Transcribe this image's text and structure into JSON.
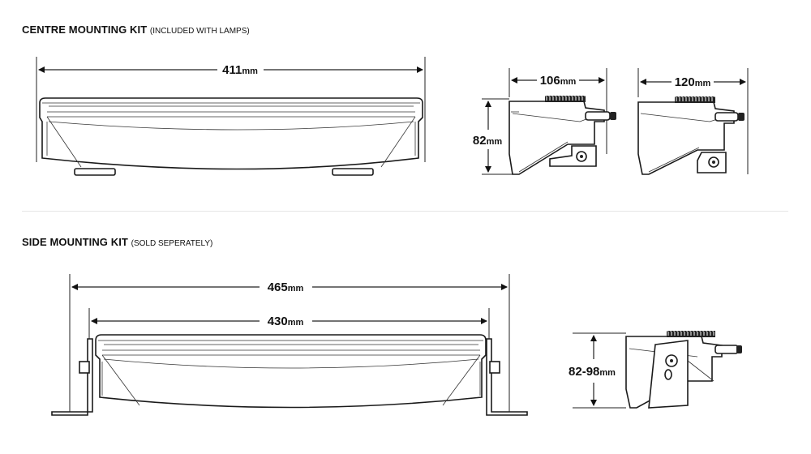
{
  "sections": {
    "centre": {
      "title": "CENTRE MOUNTING KIT",
      "note": "(INCLUDED WITH LAMPS)",
      "dims": {
        "width": {
          "value": "411",
          "unit": "mm"
        },
        "depth_a": {
          "value": "106",
          "unit": "mm"
        },
        "depth_b": {
          "value": "120",
          "unit": "mm"
        },
        "height": {
          "value": "82",
          "unit": "mm"
        }
      }
    },
    "side": {
      "title": "SIDE MOUNTING KIT",
      "note": "(SOLD SEPERATELY)",
      "dims": {
        "outer_width": {
          "value": "465",
          "unit": "mm"
        },
        "inner_width": {
          "value": "430",
          "unit": "mm"
        },
        "height": {
          "value": "82-98",
          "unit": "mm"
        }
      }
    }
  }
}
